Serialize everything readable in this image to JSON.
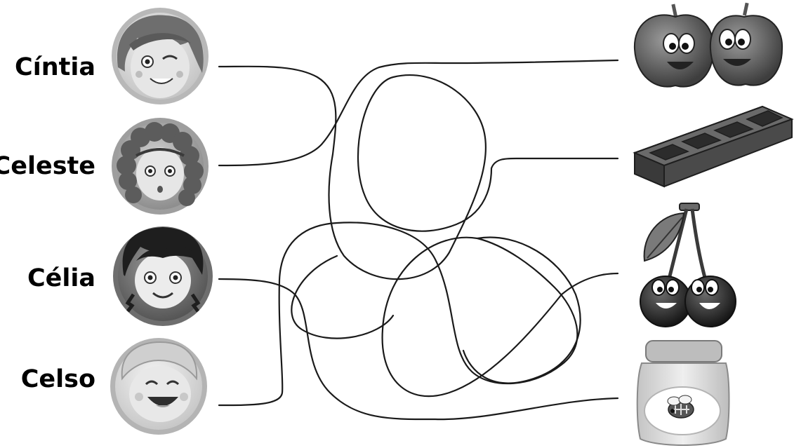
{
  "people": [
    {
      "id": "cintia",
      "name": "Cíntia"
    },
    {
      "id": "celeste",
      "name": "Celeste"
    },
    {
      "id": "celia",
      "name": "Célia"
    },
    {
      "id": "celso",
      "name": "Celso"
    }
  ],
  "foods": [
    {
      "id": "apples",
      "icon": "apples-icon"
    },
    {
      "id": "chocolate",
      "icon": "chocolate-bar-icon"
    },
    {
      "id": "cherries",
      "icon": "cherries-icon"
    },
    {
      "id": "honey",
      "icon": "honey-jar-icon"
    }
  ],
  "colors": {
    "line": "#1a1a1a",
    "avatar_ring": "#9a9a9a",
    "avatar_fill": "#d8d8d8"
  }
}
